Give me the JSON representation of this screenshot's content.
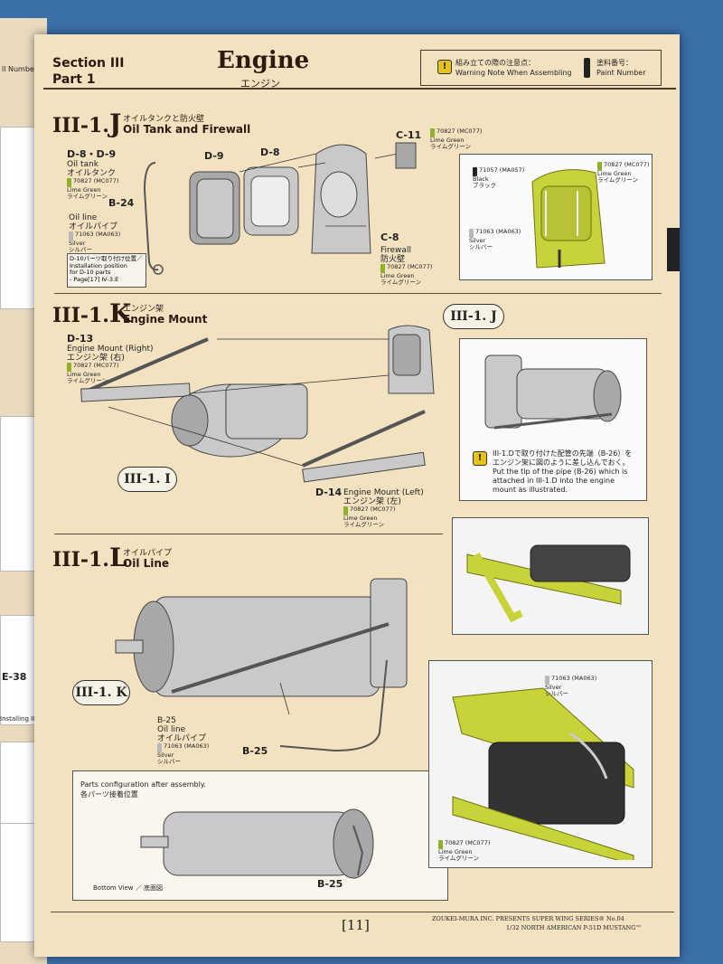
{
  "header": {
    "section": "Section III",
    "part": "Part 1",
    "title": "Engine",
    "title_jp": "エンジン",
    "warning_jp": "組み立ての際の注意点：",
    "warning_en": "Warning Note When Assembling",
    "paint_jp": "塗料番号：",
    "paint_en": "Paint Number"
  },
  "steps": {
    "j": {
      "num": "III-1.",
      "letter": "J",
      "title_jp": "オイルタンクと防火壁",
      "title_en": "Oil Tank and Firewall",
      "parts": {
        "d8d9": "D-8・D-9",
        "oil_tank": "Oil tank",
        "oil_tank_jp": "オイルタンク",
        "d9": "D-9",
        "d8": "D-8",
        "c11": "C-11",
        "b24": "B-24",
        "oil_line": "Oil line",
        "oil_line_jp": "オイルパイプ",
        "c8": "C-8",
        "firewall": "Firewall",
        "firewall_jp": "防火壁"
      },
      "note_jp": "D-10パーツ取り付け位置／",
      "note_en1": "Installation position",
      "note_en2": "for D-10 parts",
      "note_page": "- Page[17] Ⅳ-3.E",
      "photo_labels": {
        "black_code": "71057 (MA057)",
        "black_name": "Black",
        "black_jp": "ブラック",
        "lime_code": "70827 (MC077)",
        "lime_name": "Lime Green",
        "lime_jp": "ライムグリーン",
        "silver_code": "71063 (MA063)",
        "silver_name": "Silver",
        "silver_jp": "シルバー"
      }
    },
    "k": {
      "num": "III-1.",
      "letter": "K",
      "title_jp": "エンジン架",
      "title_en": "Engine Mount",
      "callout": "III-1. J",
      "callout_i": "III-1. I",
      "d13": "D-13",
      "d13_name": "Engine Mount (Right)",
      "d13_jp": "エンジン架 (右)",
      "d14": "D-14",
      "d14_name": "Engine Mount (Left)",
      "d14_jp": "エンジン架 (左)",
      "warning_jp": "III-1.Dで取り付けた配管の先端（B-26）をエンジン架に図のように差し込んでおく。",
      "warning_en": "Put the tip of the pipe (B-26) which is attached in III-1.D into the engine mount as illustrated."
    },
    "l": {
      "num": "III-1.",
      "letter": "L",
      "title_jp": "オイルパイプ",
      "title_en": "Oil Line",
      "callout": "III-1. K",
      "b25": "B-25",
      "oil_line": "Oil line",
      "oil_line_jp": "オイルパイプ",
      "silver_code": "71063 (MA063)",
      "silver_name": "Silver",
      "silver_jp": "シルバー",
      "b25_main": "B-25",
      "config_title": "Parts configuration after assembly.",
      "config_jp": "各パーツ接着位置",
      "bottom_view": "Bottom View ／ 底面図",
      "b25_bottom": "B-25"
    }
  },
  "paints": {
    "lime_code": "70827 (MC077)",
    "lime_name": "Lime Green",
    "lime_jp": "ライムグリーン",
    "lime_color": "#8fb02a",
    "silver_color": "#b8b8b8",
    "black_color": "#222222"
  },
  "footer": {
    "page": "[11]",
    "brand": "ZOUKEI-MURA INC. PRESENTS   SUPER WING SERIES® No.04",
    "model": "1/32  NORTH AMERICAN P-51D MUSTANG™"
  },
  "left_page": {
    "text1": "ll Number",
    "text2": "E-38",
    "text3": "Installing II"
  }
}
